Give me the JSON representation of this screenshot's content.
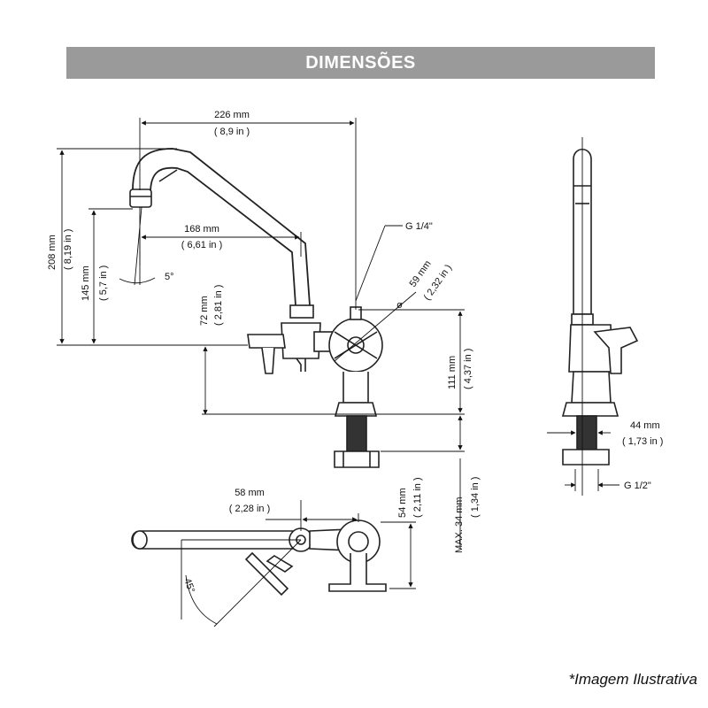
{
  "header": {
    "title": "DIMENSÕES"
  },
  "dimensions": {
    "width_226_mm": "226 mm",
    "width_226_in": "( 8,9 in )",
    "height_208_mm": "208 mm",
    "height_208_in": "( 8,19 in )",
    "height_145_mm": "145 mm",
    "height_145_in": "( 5,7 in )",
    "reach_168_mm": "168 mm",
    "reach_168_in": "( 6,61 in )",
    "angle_5": "5°",
    "thread_g14": "G 1/4\"",
    "dia_59_mm": "59 mm",
    "dia_59_in": "( 2,32 in )",
    "diameter_symbol": "ø",
    "height_72_mm": "72 mm",
    "height_72_in": "( 2,81 in )",
    "height_111_mm": "111 mm",
    "height_111_in": "( 4,37 in )",
    "side_44_mm": "44 mm",
    "side_44_in": "( 1,73 in )",
    "thread_g12": "G 1/2\"",
    "top_58_mm": "58 mm",
    "top_58_in": "( 2,28 in )",
    "depth_54_mm": "54 mm",
    "depth_54_in": "( 2,11 in )",
    "max_34_mm": "MAX. 34 mm",
    "max_34_in": "( 1,34 in )",
    "angle_45": "45°"
  },
  "footer": {
    "note": "*Imagem Ilustrativa"
  }
}
